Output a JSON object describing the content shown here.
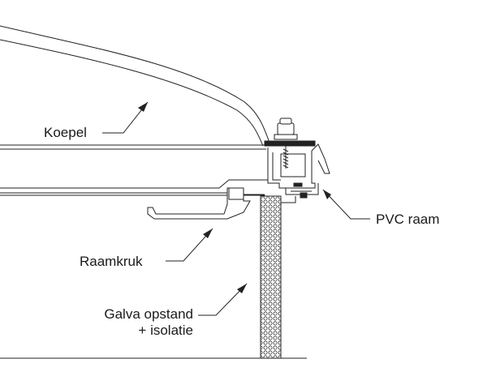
{
  "labels": {
    "koepel": "Koepel",
    "pvc_raam": "PVC raam",
    "raamkruk": "Raamkruk",
    "galva_line1": "Galva opstand",
    "galva_line2": "+ isolatie"
  }
}
